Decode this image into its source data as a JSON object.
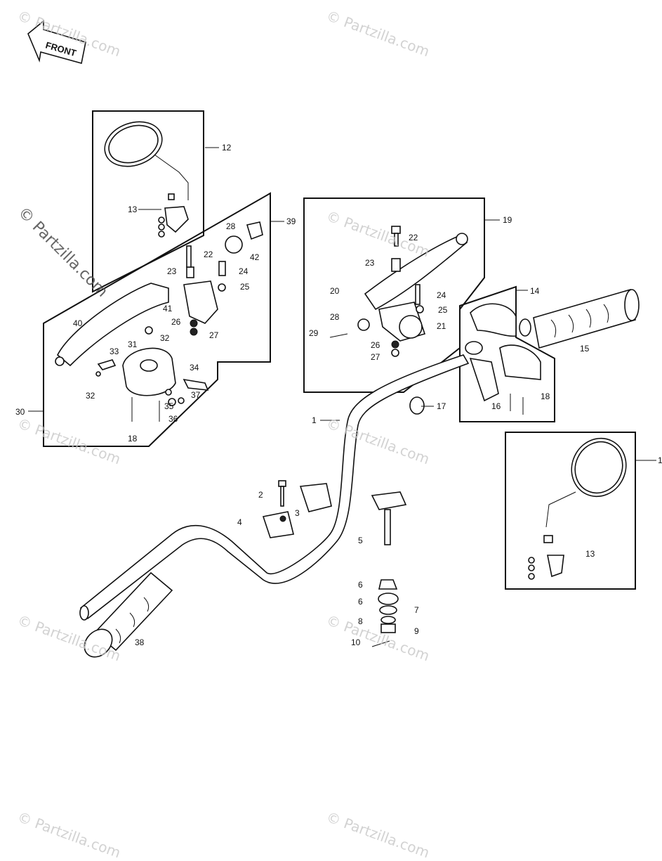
{
  "front_label": "FRONT",
  "watermark": "© Partzilla.com",
  "callouts": [
    "1",
    "2",
    "3",
    "4",
    "5",
    "6",
    "6",
    "7",
    "8",
    "9",
    "10",
    "12",
    "13",
    "13",
    "14",
    "15",
    "16",
    "17",
    "18",
    "18",
    "19",
    "20",
    "21",
    "22",
    "22",
    "23",
    "23",
    "24",
    "24",
    "25",
    "25",
    "26",
    "26",
    "27",
    "27",
    "28",
    "28",
    "29",
    "30",
    "31",
    "32",
    "32",
    "33",
    "34",
    "35",
    "36",
    "37",
    "38",
    "39",
    "40",
    "41",
    "42",
    "1"
  ]
}
